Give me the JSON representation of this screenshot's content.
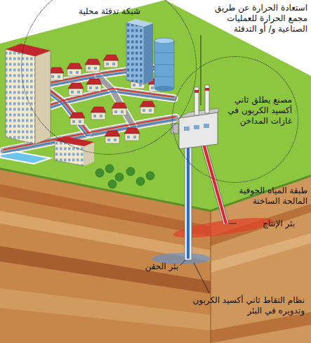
{
  "diagram": {
    "nodes": [
      {
        "text": [
          "شبكة تدفئة محلية"
        ]
      },
      {
        "text": [
          "مصنع يطلق ثاني أكسيد الكربون في غازات المداخن"
        ]
      }
    ],
    "labels": [
      "استعادة الحرارة عن طريق مجمع الحرارة للعمليات الصناعية و/ أو التدفئة",
      "طبقة المياه الجوفية المالحة الساخنة",
      "بئر الإنتاج",
      "بئر الحقن",
      "نظام التقاط ثاني أكسيد الكربون وتدويره في البئر"
    ]
  }
}
